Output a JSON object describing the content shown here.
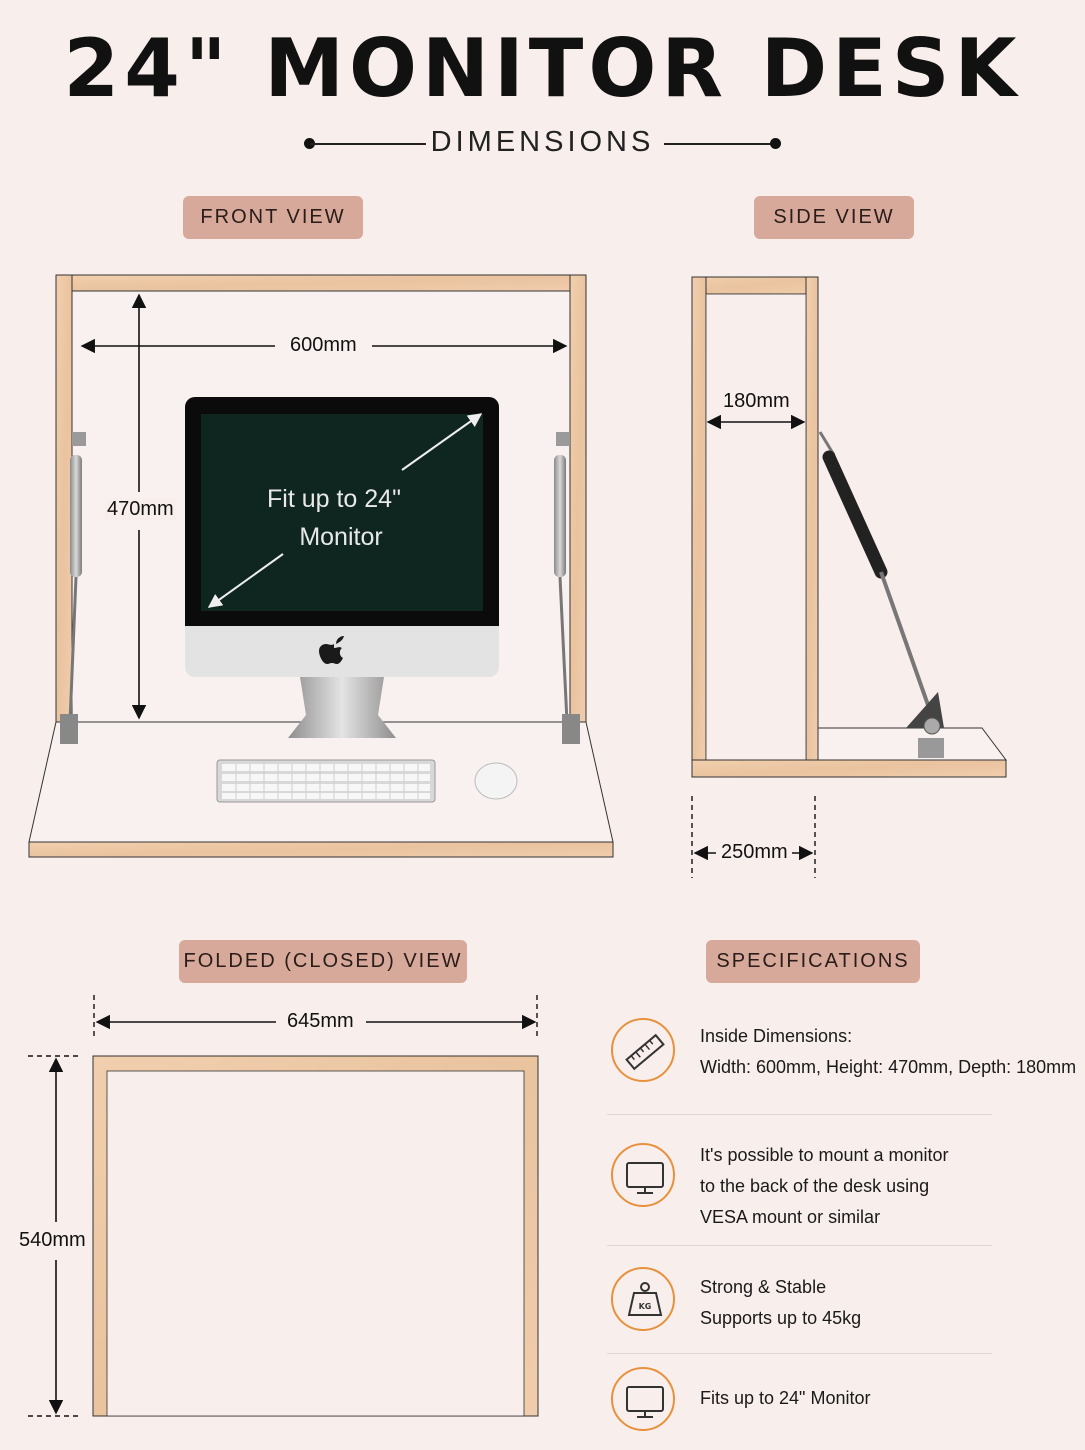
{
  "header": {
    "title": "24\" MONITOR DESK",
    "subtitle": "DIMENSIONS"
  },
  "front_view": {
    "label": "FRONT VIEW",
    "width": "600mm",
    "height": "470mm",
    "screen_text_1": "Fit up to 24\"",
    "screen_text_2": "Monitor"
  },
  "side_view": {
    "label": "SIDE VIEW",
    "inner_depth": "180mm",
    "outer_depth": "250mm"
  },
  "folded_view": {
    "label": "FOLDED (CLOSED) VIEW",
    "width": "645mm",
    "height": "540mm"
  },
  "specifications": {
    "label": "SPECIFICATIONS",
    "items": [
      {
        "icon": "ruler-icon",
        "lines": [
          "Inside Dimensions:",
          "Width: 600mm, Height: 470mm, Depth: 180mm"
        ]
      },
      {
        "icon": "monitor-icon",
        "lines": [
          "It's possible to mount a monitor",
          "to the back of the desk using",
          "VESA mount or similar"
        ]
      },
      {
        "icon": "weight-icon",
        "lines": [
          "Strong & Stable",
          "Supports up to 45kg"
        ]
      },
      {
        "icon": "monitor-icon",
        "lines": [
          "Fits up to 24\" Monitor"
        ]
      }
    ]
  },
  "colors": {
    "background": "#f8eeec",
    "wood": "#eec9a8",
    "pill": "#d6a99b",
    "icon_ring": "#e8913c"
  }
}
